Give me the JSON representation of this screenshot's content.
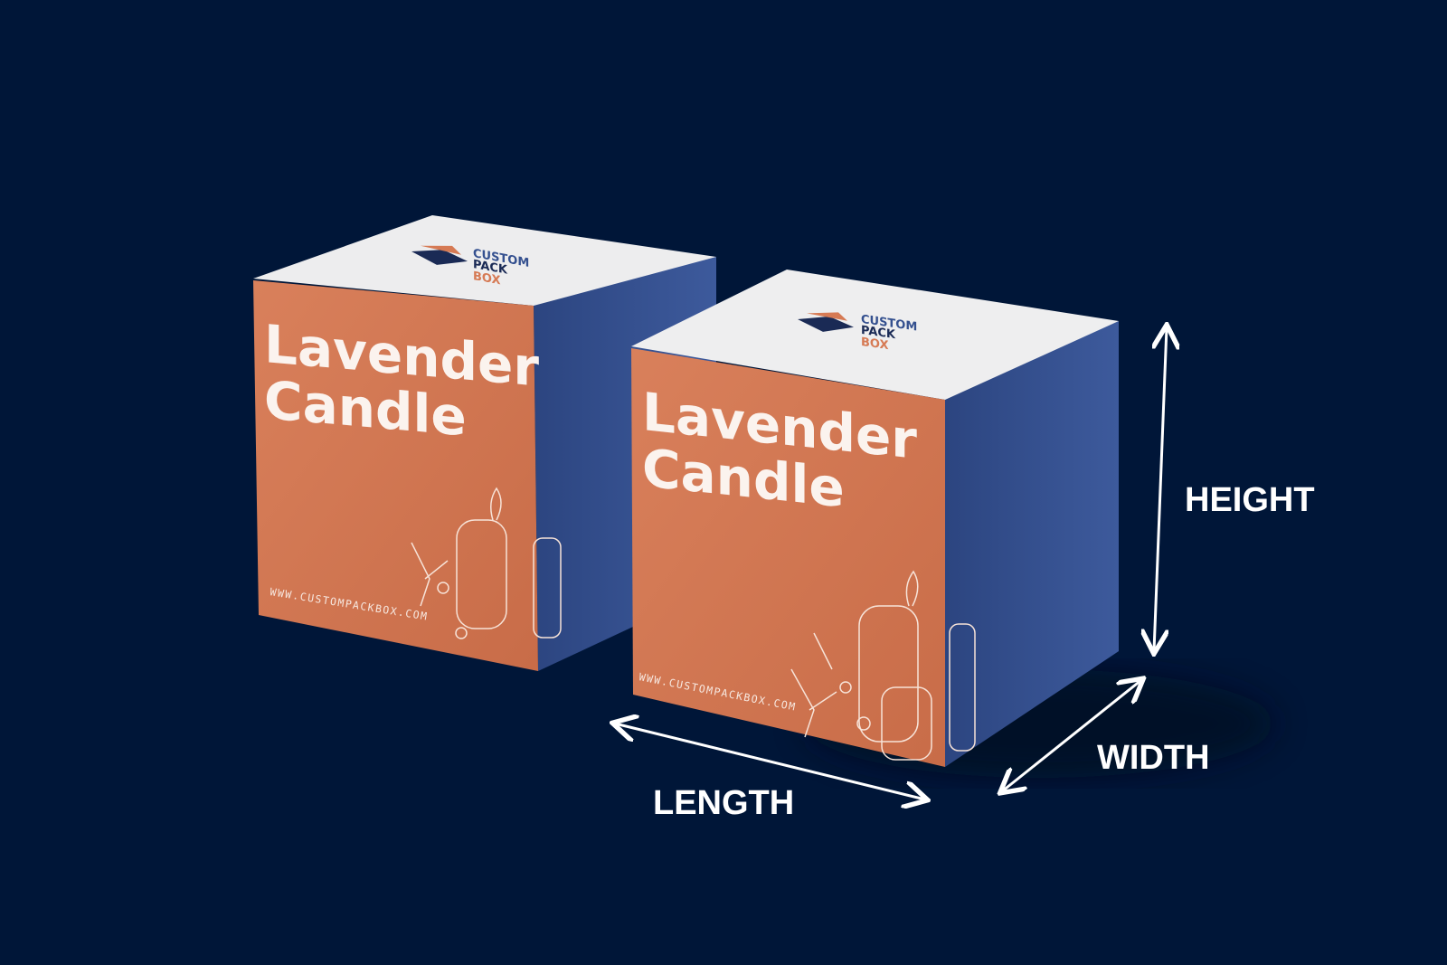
{
  "product": {
    "title_line1": "Lavender",
    "title_line2": "Candle",
    "url": "WWW.CUSTOMPACKBOX.COM",
    "logo_lines": [
      "CUSTOM",
      "PACK",
      "BOX"
    ]
  },
  "dimensions": {
    "height_label": "HEIGHT",
    "width_label": "WIDTH",
    "length_label": "LENGTH"
  },
  "colors": {
    "background": "#001638",
    "front_face": "#d67a54",
    "side_face": "#34508f",
    "top_face": "#eeeeef"
  }
}
